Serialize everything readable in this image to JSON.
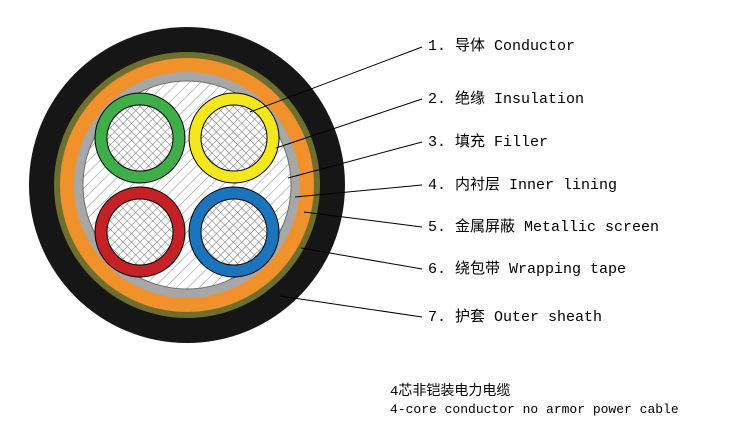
{
  "labels": [
    {
      "id": 1,
      "text": "1. 导体 Conductor"
    },
    {
      "id": 2,
      "text": "2. 绝缘 Insulation"
    },
    {
      "id": 3,
      "text": "3. 填充 Filler"
    },
    {
      "id": 4,
      "text": "4. 内衬层 Inner lining"
    },
    {
      "id": 5,
      "text": "5. 金属屏蔽 Metallic screen"
    },
    {
      "id": 6,
      "text": "6. 绕包带 Wrapping tape"
    },
    {
      "id": 7,
      "text": "7. 护套 Outer sheath"
    }
  ],
  "caption": {
    "line1": "4芯非铠装电力电缆",
    "line2": "4-core conductor no armor power cable"
  },
  "colors": {
    "outer_sheath": "#161616",
    "wrapping_tape": "#6e6f2f",
    "metallic_screen": "#f0912b",
    "inner_lining": "#a7a7a7",
    "core_green": "#3fae49",
    "core_yellow": "#f4e71c",
    "core_red": "#c52127",
    "core_blue": "#1c75bc",
    "leader_line": "#000000"
  }
}
